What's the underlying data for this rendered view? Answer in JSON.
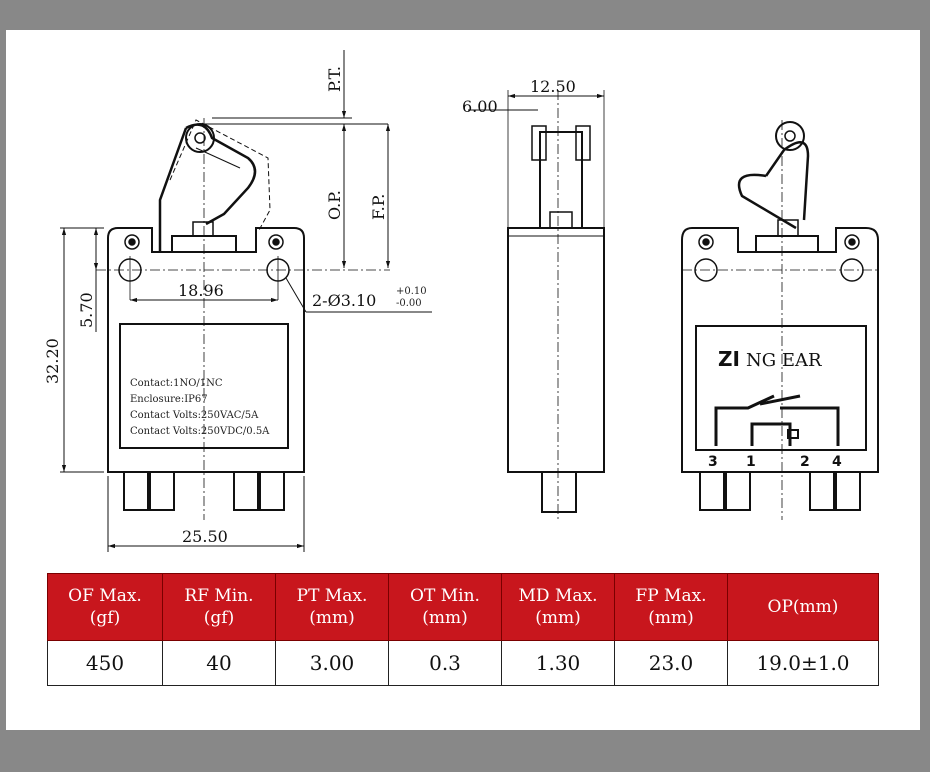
{
  "dimensions": {
    "pt": "P.T.",
    "op": "O.P.",
    "fp": "F.P.",
    "h_32_20": "32.20",
    "h_5_70": "5.70",
    "w_18_96": "18.96",
    "hole_prefix": "2-Ø3.10",
    "hole_tol_plus": "+0.10",
    "hole_tol_minus": "-0.00",
    "w_25_50": "25.50",
    "w_12_50": "12.50",
    "w_6_00": "6.00"
  },
  "nameplate": {
    "line1": "Contact:1NO/1NC",
    "line2": "Enclosure:IP67",
    "line3": "Contact Volts:250VAC/5A",
    "line4": "Contact Volts:250VDC/0.5A"
  },
  "brand": {
    "bold": "ZI",
    "rest": "NG EAR"
  },
  "terminals": [
    "3",
    "1",
    "2",
    "4"
  ],
  "colors": {
    "header_bg": "#c8161d",
    "frame": "#888888"
  },
  "table": {
    "headers": [
      {
        "l1": "OF Max.",
        "l2": "(gf)"
      },
      {
        "l1": "RF Min.",
        "l2": "(gf)"
      },
      {
        "l1": "PT Max.",
        "l2": "(mm)"
      },
      {
        "l1": "OT Min.",
        "l2": "(mm)"
      },
      {
        "l1": "MD Max.",
        "l2": "(mm)"
      },
      {
        "l1": "FP Max.",
        "l2": "(mm)"
      },
      {
        "l1": "OP(mm)",
        "l2": ""
      }
    ],
    "values": [
      "450",
      "40",
      "3.00",
      "0.3",
      "1.30",
      "23.0",
      "19.0±1.0"
    ]
  }
}
